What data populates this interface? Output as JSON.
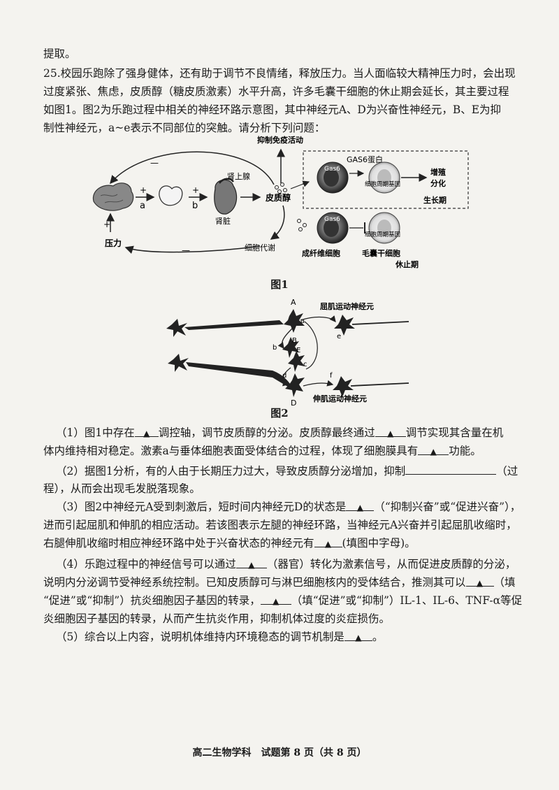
{
  "intro": {
    "line0": "提取。",
    "line1": "25.校园乐跑除了强身健体，还有助于调节不良情绪，释放压力。当人面临较大精神压力时，会出现",
    "line2": "过度紧张、焦虑，皮质醇（糖皮质激素）水平升高，许多毛囊干细胞的休止期会延长，其主要过程",
    "line3": "如图1。图2为乐跑过程中相关的神经环路示意图，其中神经元A、D为兴奋性神经元，B、E为抑",
    "line4": "制性神经元，a~e表示不同部位的突触。请分析下列问题："
  },
  "figure1": {
    "caption": "图1",
    "label_inhibit_immune": "抑制免疫活动",
    "label_a": "a",
    "label_b": "b",
    "plus1": "+",
    "plus2": "+",
    "plus3": "+",
    "minus1": "—",
    "minus2": "—",
    "label_adrenal": "肾上腺",
    "label_kidney": "肾脏",
    "label_cortisol": "皮质醇",
    "label_pressure": "压力",
    "label_metabolism": "细胞代谢",
    "label_gas6": "GAS6蛋白",
    "label_gas6_cell": "Gas6",
    "label_cycle_gene": "细胞周期基因",
    "label_prolif": "增殖",
    "label_diff": "分化",
    "label_growth": "生长期",
    "label_fibroblast": "成纤维细胞",
    "label_hfsc": "毛囊干细胞",
    "label_rest": "休止期"
  },
  "figure2": {
    "caption": "图2",
    "label_flexor": "屈肌运动神经元",
    "label_extensor": "伸肌运动神经元",
    "nA": "A",
    "nB": "B",
    "nE": "E",
    "nD": "D",
    "sa": "a",
    "sb": "b",
    "sc": "c",
    "sd": "d",
    "se": "e",
    "sf": "f"
  },
  "questions": {
    "q1a": "（1）图1中存在",
    "q1b": "调控轴，调节皮质醇的分泌。皮质醇最终通过",
    "q1c": "调节实现其含量在机",
    "q1d": "体内维持相对稳定。激素a与垂体细胞表面受体结合的过程，体现了细胞膜具有",
    "q1e": "功能。",
    "q2a": "（2）据图1分析，有的人由于长期压力过大，导致皮质醇分泌增加，抑制",
    "q2b": "（过",
    "q2c": "程），从而会出现毛发脱落现象。",
    "q3a": "（3）图2中神经元A受到刺激后，短时间内神经元D的状态是",
    "q3b": "（“抑制兴奋”或“促进兴奋”），",
    "q3c": "进而引起屈肌和伸肌的相应活动。若该图表示左腿的神经环路，当神经元A兴奋并引起屈肌收缩时，",
    "q3d": "右腿伸肌收缩时相应神经环路中处于兴奋状态的神经元有",
    "q3e": "(填图中字母)。",
    "q4a": "（4）乐跑过程中的神经信号可以通过",
    "q4b": "（器官）转化为激素信号，从而促进皮质醇的分泌，",
    "q4c": "说明内分泌调节受神经系统控制。已知皮质醇可与淋巴细胞核内的受体结合，推测其可以",
    "q4d": "（填",
    "q4e": "“促进”或“抑制”）抗炎细胞因子基因的转录，",
    "q4f": "（填“促进”或“抑制”）IL-1、IL-6、TNF-α等促",
    "q4g": "炎细胞因子基因的转录，从而产生抗炎作用，抑制机体过度的炎症损伤。",
    "q5a": "（5）综合以上内容，说明机体维持内环境稳态的调节机制是",
    "q5b": "。",
    "triangle": "▲"
  },
  "footer": "高二生物学科　试题第 8 页（共 8 页）"
}
